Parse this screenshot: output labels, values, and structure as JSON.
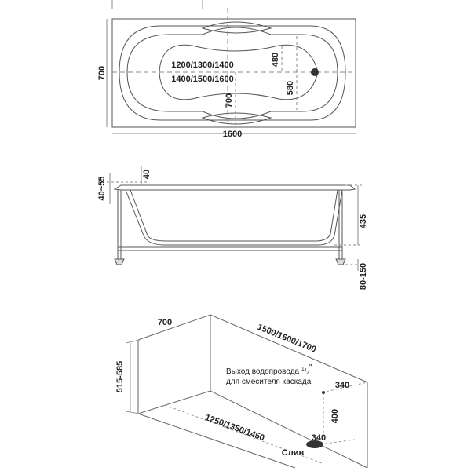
{
  "top_view": {
    "length": "1600",
    "width": "700",
    "inner_length_a": "1200/1300/1400",
    "inner_length_b": "1400/1500/1600",
    "inner_width_a": "480",
    "inner_width_b": "580",
    "inner_width_c": "700"
  },
  "side_view": {
    "rim_left": "40~55",
    "rim_top": "40",
    "depth": "435",
    "legs": "80-150"
  },
  "install_view": {
    "width": "700",
    "length": "1500/1600/1700",
    "height": "515-585",
    "floor_length": "1250/1350/1450",
    "pipe_note_a": "Выход водопровода ",
    "pipe_note_frac_num": "1",
    "pipe_note_frac_den": "2",
    "pipe_note_quote": "\"",
    "pipe_note_b": "для смесителя каскада",
    "pipe_offset": "340",
    "pipe_height": "400",
    "drain_offset": "340",
    "drain_label": "Слив"
  },
  "colors": {
    "line": "#555555",
    "dash": "#888888",
    "drain": "#333333"
  }
}
